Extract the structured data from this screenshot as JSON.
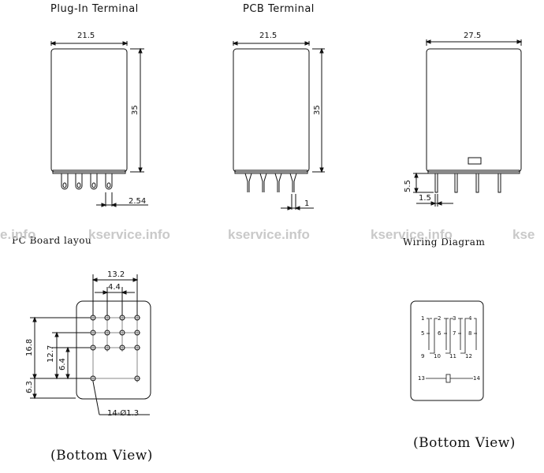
{
  "views": {
    "plug_in": {
      "title": "Plug-In Terminal",
      "width": "21.5",
      "height": "35",
      "pitch": "2.54"
    },
    "pcb": {
      "title": "PCB Terminal",
      "width": "21.5",
      "height": "35",
      "pin": "1"
    },
    "side": {
      "width": "27.5",
      "pin_len": "5.5",
      "pin_w": "1.5"
    }
  },
  "pc_board": {
    "title": "PC Board layou",
    "dim_top": "13.2",
    "dim_pitch": "4.4",
    "dim_168": "16.8",
    "dim_127": "12.7",
    "dim_64": "6.4",
    "dim_63": "6.3",
    "hole": "14-Ø1.3",
    "caption": "(Bottom View)"
  },
  "wiring": {
    "title": "Wiring Diagram",
    "caption": "(Bottom View)",
    "pins": [
      "1",
      "2",
      "3",
      "4",
      "5",
      "6",
      "7",
      "8",
      "9",
      "10",
      "11",
      "12",
      "13",
      "14"
    ]
  },
  "watermarks": [
    "e.info",
    "kservice.info",
    "kservice.info",
    "kservice.info",
    "kse"
  ]
}
